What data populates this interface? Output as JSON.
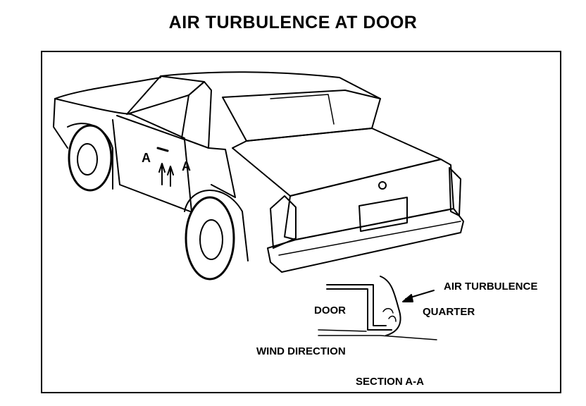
{
  "title": "AIR TURBULENCE AT DOOR",
  "diagram": {
    "section_marker_left": "A",
    "section_marker_right": "A",
    "labels": {
      "air_turbulence": "AIR TURBULENCE",
      "door": "DOOR",
      "quarter": "QUARTER",
      "wind_direction": "WIND DIRECTION",
      "section": "SECTION A-A"
    }
  }
}
